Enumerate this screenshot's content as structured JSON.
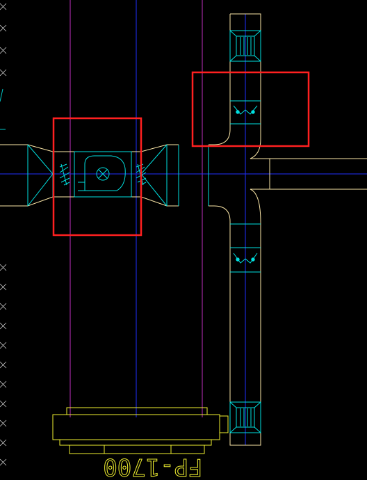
{
  "drawing": {
    "unit_label": "FP-1700",
    "colors": {
      "background": "#000000",
      "duct_outline": "#fde8a8",
      "duct_inner": "#00e0e0",
      "axis_blue": "#1f2fff",
      "axis_magenta": "#c030c0",
      "highlight_red": "#ff2020",
      "unit_yellow": "#f0f030",
      "edge_marks": "#c8c8c8"
    },
    "components": [
      "fan-coil-unit",
      "inlet-damper",
      "outlet-damper",
      "supply-grille-top",
      "supply-grille-bottom",
      "volume-damper-upper",
      "volume-damper-lower",
      "fan-unit-bottom"
    ],
    "highlights": [
      "fan-coil-box",
      "tee-junction-box"
    ]
  }
}
